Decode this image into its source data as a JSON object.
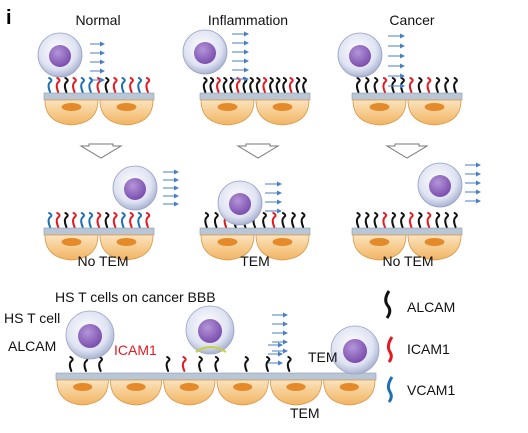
{
  "panel_letter": "i",
  "conditions": [
    "Normal",
    "Inflammation",
    "Cancer"
  ],
  "outcomes": [
    "No TEM",
    "TEM",
    "No TEM"
  ],
  "bottom": {
    "title": "HS T cells on cancer BBB",
    "cell_label": "HS T cell",
    "alcam_label": "ALCAM",
    "icam_label": "ICAM1",
    "tem_inline": "TEM",
    "tem_below": "TEM"
  },
  "legend": [
    {
      "label": "ALCAM",
      "color": "#111111"
    },
    {
      "label": "ICAM1",
      "color": "#e11b22"
    },
    {
      "label": "VCAM1",
      "color": "#1f6fb5"
    }
  ],
  "colors": {
    "cell_outer": "#d6dcef",
    "nucleus": "#8a64b8",
    "flow_arrow": "#4a7fc4",
    "endothelium": "#f2b769",
    "endo_nucleus": "#e58a2b",
    "basement_band": "#b9c6d6"
  }
}
